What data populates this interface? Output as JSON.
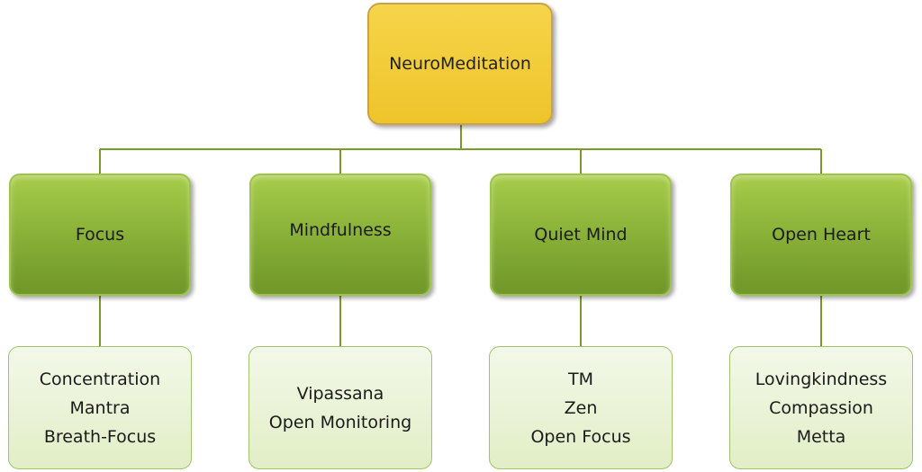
{
  "root": {
    "label": "NeuroMeditation"
  },
  "categories": [
    {
      "label": "Focus",
      "items": [
        "Concentration",
        "Mantra",
        "Breath-Focus"
      ]
    },
    {
      "label": "Mindfulness",
      "items": [
        "Vipassana",
        "Open Monitoring"
      ]
    },
    {
      "label": "Quiet Mind",
      "items": [
        "TM",
        "Zen",
        "Open Focus"
      ]
    },
    {
      "label": "Open Heart",
      "items": [
        "Lovingkindness",
        "Compassion",
        "Metta"
      ]
    }
  ],
  "colors": {
    "root_fill": "#f2cd3a",
    "category_fill": "#8cb43a",
    "leaf_fill": "#e9f2d6",
    "connector": "#7a9a2a"
  }
}
